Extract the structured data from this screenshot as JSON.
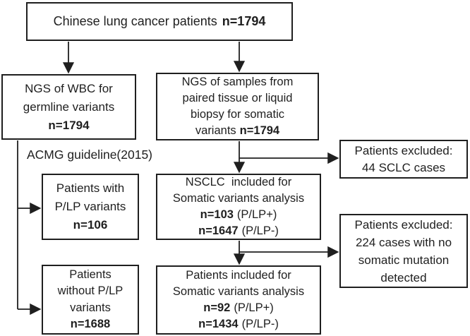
{
  "flowchart": {
    "colors": {
      "border": "#1f1f1f",
      "text": "#1f1f1f",
      "background": "#ffffff"
    },
    "acmg_label": "ACMG guideline(2015)",
    "nodes": {
      "total": {
        "text": "Chinese lung cancer patients",
        "count": "n=1794"
      },
      "germline": {
        "line1": "NGS of WBC for",
        "line2": "germline variants",
        "count": "n=1794"
      },
      "somatic_samples": {
        "line1": "NGS of samples from",
        "line2": "paired tissue or liquid",
        "line3": "biopsy for somatic",
        "line4_text": "variants",
        "line4_count": "n=1794"
      },
      "sclc_excluded": {
        "line1": "Patients excluded:",
        "line2": "44 SCLC cases"
      },
      "nsclc_included": {
        "line1": "NSCLC  included for",
        "line2": "Somatic variants analysis",
        "line3_count": "n=103",
        "line3_text": "(P/LP+)",
        "line4_count": "n=1647",
        "line4_text": "(P/LP-)"
      },
      "plp_with": {
        "line1": "Patients with",
        "line2": "P/LP variants",
        "count": "n=106"
      },
      "no_somatic_excluded": {
        "line1": "Patients excluded:",
        "line2": "224 cases with no",
        "line3": "somatic mutation",
        "line4": "detected"
      },
      "plp_without": {
        "line1": "Patients",
        "line2": "without P/LP",
        "line3": "variants",
        "count": "n=1688"
      },
      "patients_included": {
        "line1": "Patients included for",
        "line2": "Somatic variants analysis",
        "line3_count": "n=92",
        "line3_text": "(P/LP+)",
        "line4_count": "n=1434",
        "line4_text": "(P/LP-)"
      }
    }
  }
}
